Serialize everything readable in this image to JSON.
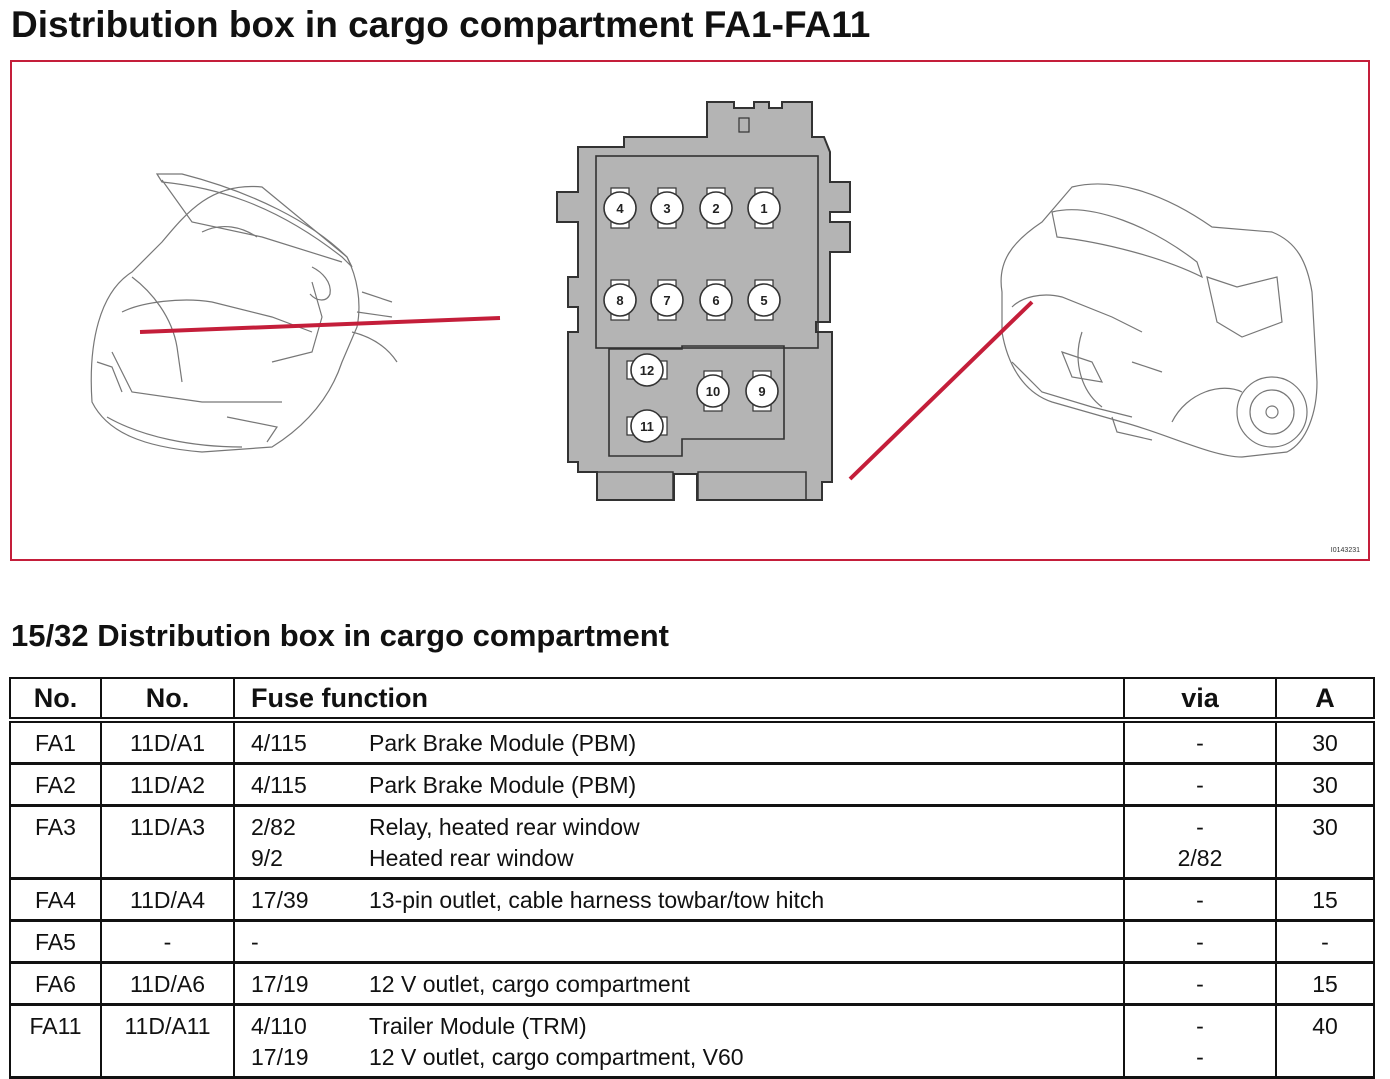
{
  "title": "Distribution box in cargo compartment FA1-FA11",
  "figure": {
    "id": "I0143231",
    "fuse_numbers": [
      "4",
      "3",
      "2",
      "1",
      "8",
      "7",
      "6",
      "5",
      "12",
      "10",
      "9",
      "11"
    ],
    "callout_color": "#c41e3a"
  },
  "subtitle": "15/32 Distribution box in cargo compartment",
  "table": {
    "headers": {
      "no1": "No.",
      "no2": "No.",
      "function": "Fuse function",
      "via": "via",
      "amp": "A"
    },
    "rows": [
      {
        "no": "FA1",
        "ref": "11D/A1",
        "lines": [
          {
            "code": "4/115",
            "desc": "Park Brake Module (PBM)",
            "via": "-"
          }
        ],
        "amp": "30"
      },
      {
        "no": "FA2",
        "ref": "11D/A2",
        "lines": [
          {
            "code": "4/115",
            "desc": "Park Brake Module (PBM)",
            "via": "-"
          }
        ],
        "amp": "30"
      },
      {
        "no": "FA3",
        "ref": "11D/A3",
        "lines": [
          {
            "code": "2/82",
            "desc": "Relay, heated rear window",
            "via": "-"
          },
          {
            "code": "9/2",
            "desc": "Heated rear window",
            "via": "2/82"
          }
        ],
        "amp": "30"
      },
      {
        "no": "FA4",
        "ref": "11D/A4",
        "lines": [
          {
            "code": "17/39",
            "desc": "13-pin outlet, cable harness towbar/tow hitch",
            "via": "-"
          }
        ],
        "amp": "15"
      },
      {
        "no": "FA5",
        "ref": "-",
        "lines": [
          {
            "code": "-",
            "desc": "",
            "via": "-"
          }
        ],
        "amp": "-"
      },
      {
        "no": "FA6",
        "ref": "11D/A6",
        "lines": [
          {
            "code": "17/19",
            "desc": "12 V outlet, cargo compartment",
            "via": "-"
          }
        ],
        "amp": "15"
      },
      {
        "no": "FA11",
        "ref": "11D/A11",
        "lines": [
          {
            "code": "4/110",
            "desc": "Trailer Module (TRM)",
            "via": "-"
          },
          {
            "code": "17/19",
            "desc": "12 V outlet, cargo compartment, V60",
            "via": "-"
          }
        ],
        "amp": "40"
      }
    ]
  }
}
